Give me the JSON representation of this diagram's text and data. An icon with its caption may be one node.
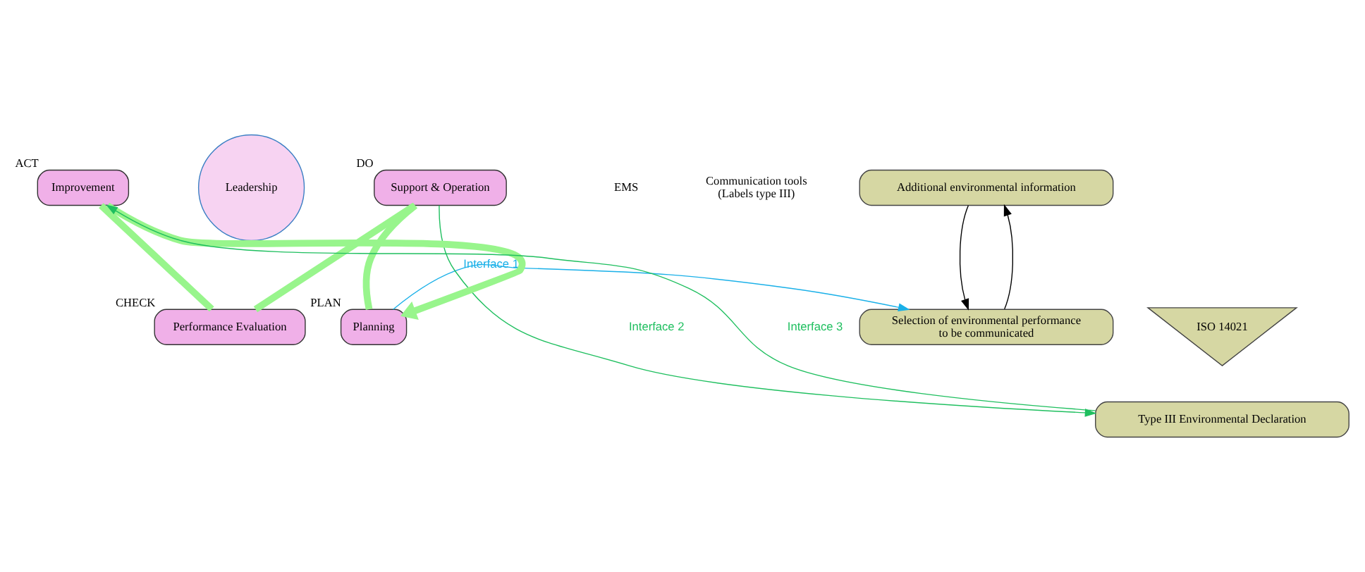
{
  "diagram": {
    "nodes": [
      {
        "text": [
          "Leadership"
        ]
      },
      {
        "text": [
          "Planning"
        ],
        "beside": [
          "PLAN"
        ]
      },
      {
        "text": [
          "Support & Operation"
        ],
        "beside": [
          "DO"
        ]
      },
      {
        "text": [
          "Performance Evaluation"
        ],
        "beside": [
          "CHECK"
        ]
      },
      {
        "text": [
          "Improvement"
        ],
        "beside": [
          "ACT"
        ]
      },
      {
        "text": [
          "Selection of environmental performance to be communicated"
        ]
      },
      {
        "text": [
          "Additional environmental information"
        ]
      },
      {
        "text": [
          "ISO 14021"
        ]
      },
      {
        "text": [
          "Type III Environmental Declaration"
        ]
      }
    ],
    "edges": [
      {
        "from": 1,
        "to": 2,
        "arrow": "none",
        "style": "thick",
        "color": "#98f58c"
      },
      {
        "from": 2,
        "to": 3,
        "arrow": "none",
        "style": "thick",
        "color": "#98f58c"
      },
      {
        "from": 3,
        "to": 4,
        "arrow": "none",
        "style": "thick",
        "color": "#98f58c"
      },
      {
        "from": 4,
        "to": 1,
        "arrow": "to",
        "style": "thick",
        "color": "#98f58c"
      },
      {
        "from": 1,
        "to": 5,
        "arrow": "to",
        "label": "Interface 1",
        "color": "#1ab0e8"
      },
      {
        "from": 5,
        "to": 6,
        "arrow": "to",
        "color": "#000000"
      },
      {
        "from": 6,
        "to": 5,
        "arrow": "to",
        "color": "#000000"
      },
      {
        "from": 2,
        "to": 8,
        "arrow": "to",
        "label": "Interface 2",
        "color": "#1fbf5f"
      },
      {
        "from": 8,
        "to": 4,
        "arrow": "to",
        "label": "Interface 3",
        "color": "#1fbf5f"
      }
    ],
    "labels": [
      "EMS",
      "Communication tools (Labels type III)"
    ]
  }
}
